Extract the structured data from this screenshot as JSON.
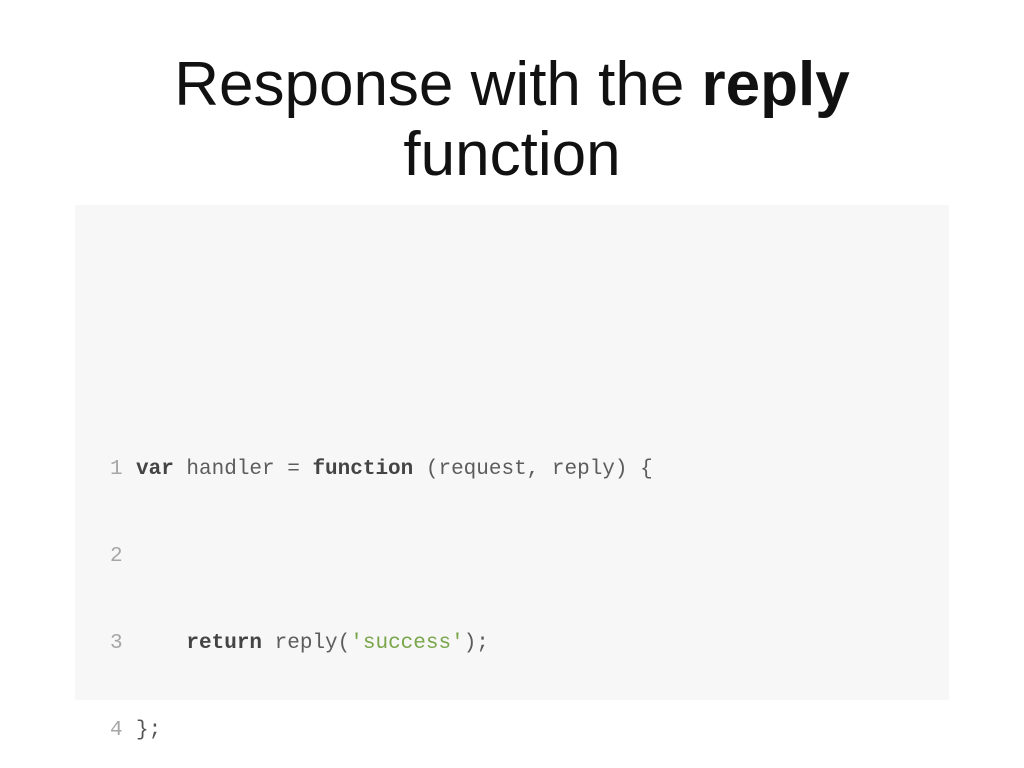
{
  "slide": {
    "title_before": "Response with the ",
    "title_bold": "reply",
    "title_after": "function"
  },
  "code": {
    "language": "javascript",
    "lines": [
      {
        "number": "1",
        "kw1": "var",
        "t1": " handler = ",
        "kw2": "function",
        "t2": " (request, reply) {"
      },
      {
        "number": "2"
      },
      {
        "number": "3",
        "indent": "    ",
        "kw1": "return",
        "t1": " reply(",
        "str": "'success'",
        "t2": ");"
      },
      {
        "number": "4",
        "t1": "};"
      }
    ]
  },
  "colors": {
    "code_background": "#f7f7f7",
    "string": "#7aa64b",
    "line_number": "#a6a6a6"
  }
}
